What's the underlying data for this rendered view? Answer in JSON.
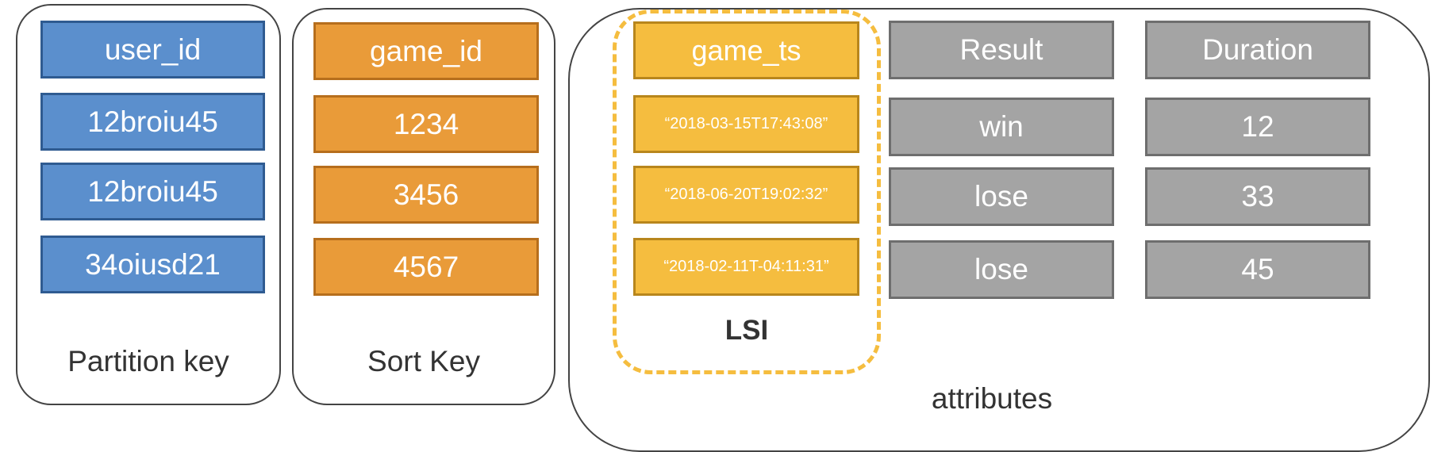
{
  "partition": {
    "header": "user_id",
    "values": [
      "12broiu45",
      "12broiu45",
      "34oiusd21"
    ],
    "label": "Partition key"
  },
  "sort": {
    "header": "game_id",
    "values": [
      "1234",
      "3456",
      "4567"
    ],
    "label": "Sort Key"
  },
  "attributes": {
    "label": "attributes",
    "lsi_label": "LSI",
    "game_ts": {
      "header": "game_ts",
      "values": [
        "“2018-03-15T17:43:08”",
        "“2018-06-20T19:02:32”",
        "“2018-02-11T-04:11:31”"
      ]
    },
    "result": {
      "header": "Result",
      "values": [
        "win",
        "lose",
        "lose"
      ]
    },
    "duration": {
      "header": "Duration",
      "values": [
        "12",
        "33",
        "45"
      ]
    }
  },
  "colors": {
    "partition_fill": "#5b8fcd",
    "sort_fill": "#e99b39",
    "lsi_fill": "#f5bd3f",
    "attribute_fill": "#a4a4a4"
  }
}
